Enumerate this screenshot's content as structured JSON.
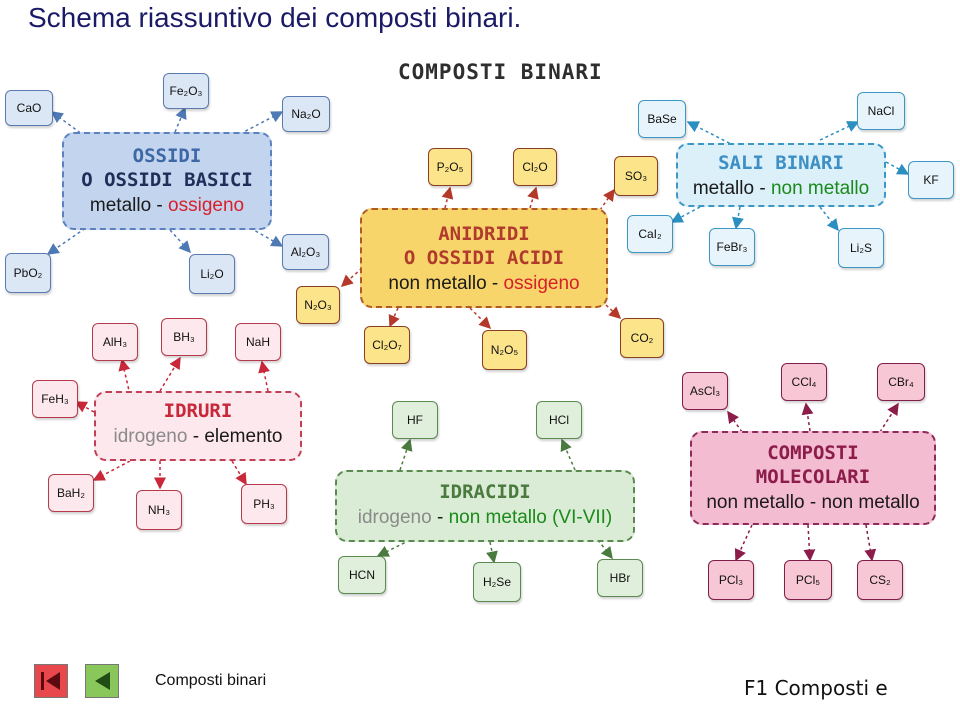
{
  "slide_title": "Schema riassuntivo dei composti binari.",
  "map_title": "COMPOSTI BINARI",
  "colors": {
    "title_blue": "#1a1a66",
    "red": "#d8202b",
    "green": "#1a8a1a",
    "grey": "#8a8a8a"
  },
  "categories": {
    "ossidi": {
      "title1": "OSSIDI",
      "title2": "O OSSIDI BASICI",
      "desc_a": "metallo",
      "desc_sep": " - ",
      "desc_b": "ossigeno"
    },
    "anidridi": {
      "title1": "ANIDRIDI",
      "title2": "O OSSIDI ACIDI",
      "desc_a": "non metallo",
      "desc_sep": " - ",
      "desc_b": "ossigeno"
    },
    "sali": {
      "title": "SALI BINARI",
      "desc_a": "metallo",
      "desc_sep": " - ",
      "desc_b": "non metallo"
    },
    "idruri": {
      "title": "IDRURI",
      "desc_a": "idrogeno",
      "desc_sep": " - ",
      "desc_b": "elemento"
    },
    "idracidi": {
      "title": "IDRACIDI",
      "desc_a": "idrogeno",
      "desc_sep": " - ",
      "desc_b": "non metallo (VI-VII)"
    },
    "molecolari": {
      "title1": "COMPOSTI",
      "title2": "MOLECOLARI",
      "desc_a": "non metallo",
      "desc_sep": " - ",
      "desc_b": "non metallo"
    }
  },
  "compounds": {
    "CaO": "CaO",
    "Fe2O3": "Fe₂O₃",
    "Na2O": "Na₂O",
    "PbO2": "PbO₂",
    "Li2O": "Li₂O",
    "Al2O3": "Al₂O₃",
    "P2O5": "P₂O₅",
    "Cl2O": "Cl₂O",
    "SO3": "SO₃",
    "N2O3": "N₂O₃",
    "Cl2O7": "Cl₂O₇",
    "N2O5": "N₂O₅",
    "CO2": "CO₂",
    "BaSe": "BaSe",
    "NaCl": "NaCl",
    "KF": "KF",
    "CaI2": "CaI₂",
    "FeBr3": "FeBr₃",
    "Li2S": "Li₂S",
    "AlH3": "AlH₃",
    "BH3": "BH₃",
    "NaH": "NaH",
    "FeH3": "FeH₃",
    "BaH2": "BaH₂",
    "NH3": "NH₃",
    "PH3": "PH₃",
    "HF": "HF",
    "HCl": "HCl",
    "HCN": "HCN",
    "H2Se": "H₂Se",
    "HBr": "HBr",
    "AsCl3": "AsCl₃",
    "CCl4": "CCl₄",
    "CBr4": "CBr₄",
    "PCl3": "PCl₃",
    "PCl5": "PCl₅",
    "CS2": "CS₂"
  },
  "footer": {
    "label": "Composti binari",
    "right": "F1 Composti e"
  },
  "nav": {
    "first_icon": "first-slide-icon",
    "prev_icon": "previous-slide-icon"
  }
}
